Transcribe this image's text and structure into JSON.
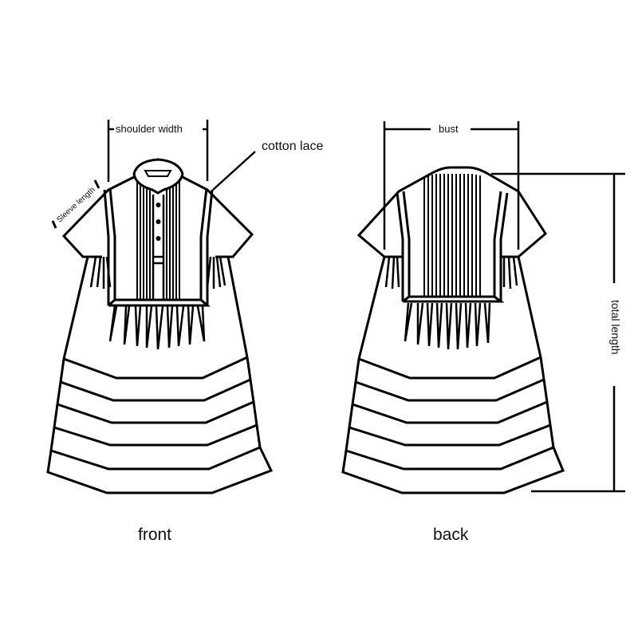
{
  "diagram": {
    "type": "garment size chart",
    "line_color": "#000000",
    "background": "#ffffff"
  },
  "front": {
    "view_label": "front",
    "annotations": {
      "shoulder_width": "shoulder width",
      "cotton_lace": "cotton lace",
      "sleeve_length": "Sleeve length"
    },
    "buttons": 3,
    "skirt_tiers": 5
  },
  "back": {
    "view_label": "back",
    "annotations": {
      "bust": "bust",
      "total_length": "total length"
    },
    "skirt_tiers": 5
  }
}
